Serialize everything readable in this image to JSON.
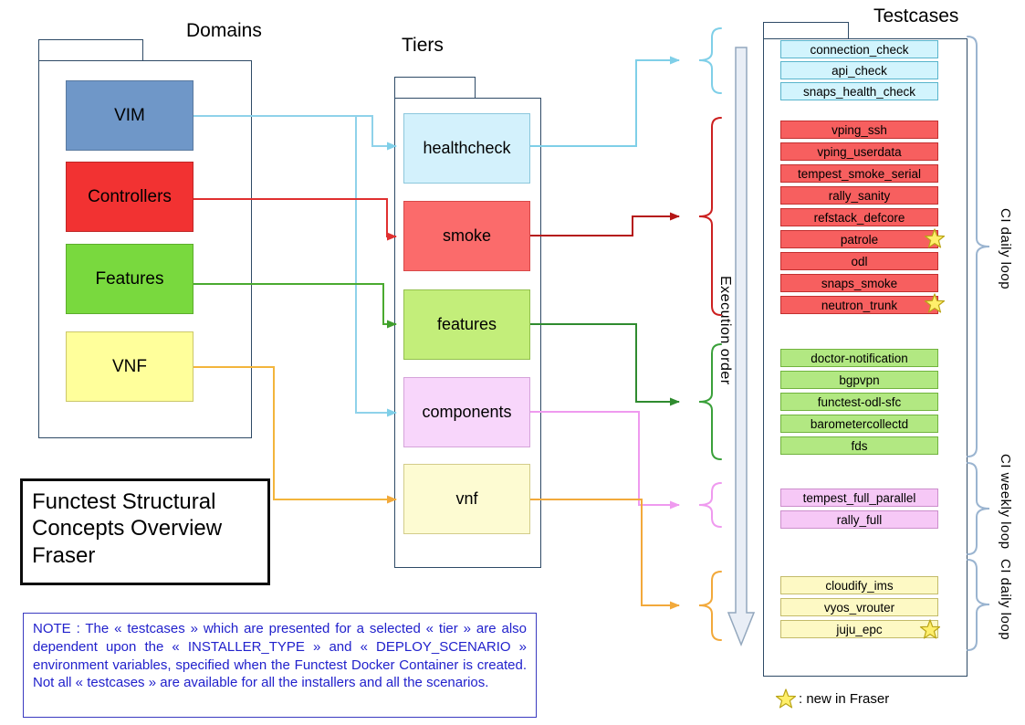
{
  "diagram_title": "Functest Structural Concepts Overview Fraser",
  "domains": {
    "title": "Domains",
    "items": [
      {
        "label": "VIM",
        "color": "#6f97c8"
      },
      {
        "label": "Controllers",
        "color": "#f23232"
      },
      {
        "label": "Features",
        "color": "#79d93e"
      },
      {
        "label": "VNF",
        "color": "#ffff9b"
      }
    ]
  },
  "tiers": {
    "title": "Tiers",
    "items": [
      {
        "label": "healthcheck",
        "color": "#d3f1fc"
      },
      {
        "label": "smoke",
        "color": "#fb6b6b"
      },
      {
        "label": "features",
        "color": "#c3ee7a"
      },
      {
        "label": "components",
        "color": "#f8d6fb"
      },
      {
        "label": "vnf",
        "color": "#fdfbd2"
      }
    ]
  },
  "testcases": {
    "title": "Testcases",
    "groups": [
      {
        "tier": "healthcheck",
        "color": "#d2f4fd",
        "items": [
          {
            "label": "connection_check"
          },
          {
            "label": "api_check"
          },
          {
            "label": "snaps_health_check"
          }
        ]
      },
      {
        "tier": "smoke",
        "color": "#f75f5f",
        "items": [
          {
            "label": "vping_ssh"
          },
          {
            "label": "vping_userdata"
          },
          {
            "label": "tempest_smoke_serial"
          },
          {
            "label": "rally_sanity"
          },
          {
            "label": "refstack_defcore"
          },
          {
            "label": "patrole",
            "new_in_fraser": true
          },
          {
            "label": "odl"
          },
          {
            "label": "snaps_smoke"
          },
          {
            "label": "neutron_trunk",
            "new_in_fraser": true
          }
        ]
      },
      {
        "tier": "features",
        "color": "#b2e882",
        "items": [
          {
            "label": "doctor-notification"
          },
          {
            "label": "bgpvpn"
          },
          {
            "label": "functest-odl-sfc"
          },
          {
            "label": "barometercollectd"
          },
          {
            "label": "fds"
          }
        ]
      },
      {
        "tier": "components",
        "color": "#f6c8f6",
        "items": [
          {
            "label": "tempest_full_parallel"
          },
          {
            "label": "rally_full"
          }
        ]
      },
      {
        "tier": "vnf",
        "color": "#fdf9c4",
        "items": [
          {
            "label": "cloudify_ims"
          },
          {
            "label": "vyos_vrouter"
          },
          {
            "label": "juju_epc",
            "new_in_fraser": true
          }
        ]
      }
    ]
  },
  "connections": [
    {
      "from": "VIM",
      "to": "healthcheck"
    },
    {
      "from": "VIM",
      "to": "components"
    },
    {
      "from": "Controllers",
      "to": "smoke"
    },
    {
      "from": "Features",
      "to": "features"
    },
    {
      "from": "VNF",
      "to": "vnf"
    },
    {
      "from": "healthcheck",
      "to": "healthcheck-testcases"
    },
    {
      "from": "smoke",
      "to": "smoke-testcases"
    },
    {
      "from": "features",
      "to": "features-testcases"
    },
    {
      "from": "components",
      "to": "components-testcases"
    },
    {
      "from": "vnf",
      "to": "vnf-testcases"
    }
  ],
  "execution_order_label": "Execution order",
  "ci_loops": [
    {
      "label": "CI daily loop",
      "covers": [
        "healthcheck",
        "smoke",
        "features"
      ]
    },
    {
      "label": "CI weekly loop",
      "covers": [
        "components"
      ]
    },
    {
      "label": "CI daily loop",
      "covers": [
        "vnf"
      ]
    }
  ],
  "note": "NOTE : The « testcases » which are presented for a selected « tier » are also dependent upon the « INSTALLER_TYPE » and « DEPLOY_SCENARIO » environment variables, specified when the Functest Docker Container is created. Not all « testcases » are available for all the installers and all the scenarios.",
  "legend": {
    "star_label": ": new  in Fraser"
  },
  "colors": {
    "star_fill": "#ffef6b",
    "star_stroke": "#b9a416",
    "note_text": "#2121cc",
    "folder_border": "#2e4a66",
    "brace_right": "#9ab4d0",
    "execution_arrow_fill": "#e9eef6"
  }
}
